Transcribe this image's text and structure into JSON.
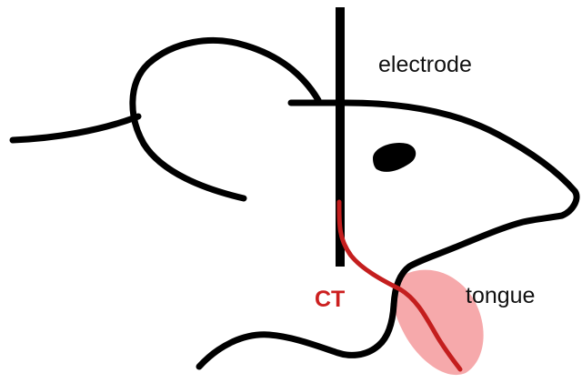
{
  "labels": {
    "electrode": "electrode",
    "ct": "CT",
    "tongue": "tongue"
  },
  "colors": {
    "outline": "#000000",
    "nerve": "#c41e1e",
    "tongue_fill": "#f59a9c",
    "ct_label": "#cc1f1f",
    "background": "#ffffff"
  }
}
